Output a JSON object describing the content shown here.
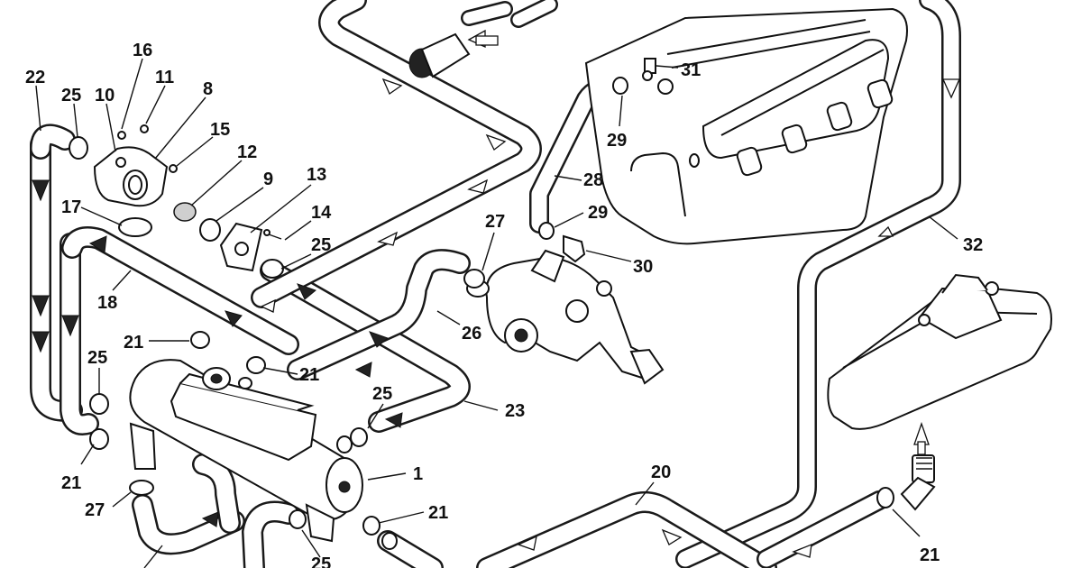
{
  "diagram": {
    "callouts": [
      "22",
      "25",
      "10",
      "16",
      "11",
      "8",
      "15",
      "12",
      "9",
      "13",
      "14",
      "25",
      "17",
      "18",
      "21",
      "21",
      "25",
      "25",
      "23",
      "26",
      "27",
      "29",
      "28",
      "29",
      "30",
      "31",
      "32",
      "1",
      "20",
      "21",
      "21",
      "27",
      "25",
      "21"
    ]
  },
  "icons": [
    "flow-arrow-icon"
  ]
}
